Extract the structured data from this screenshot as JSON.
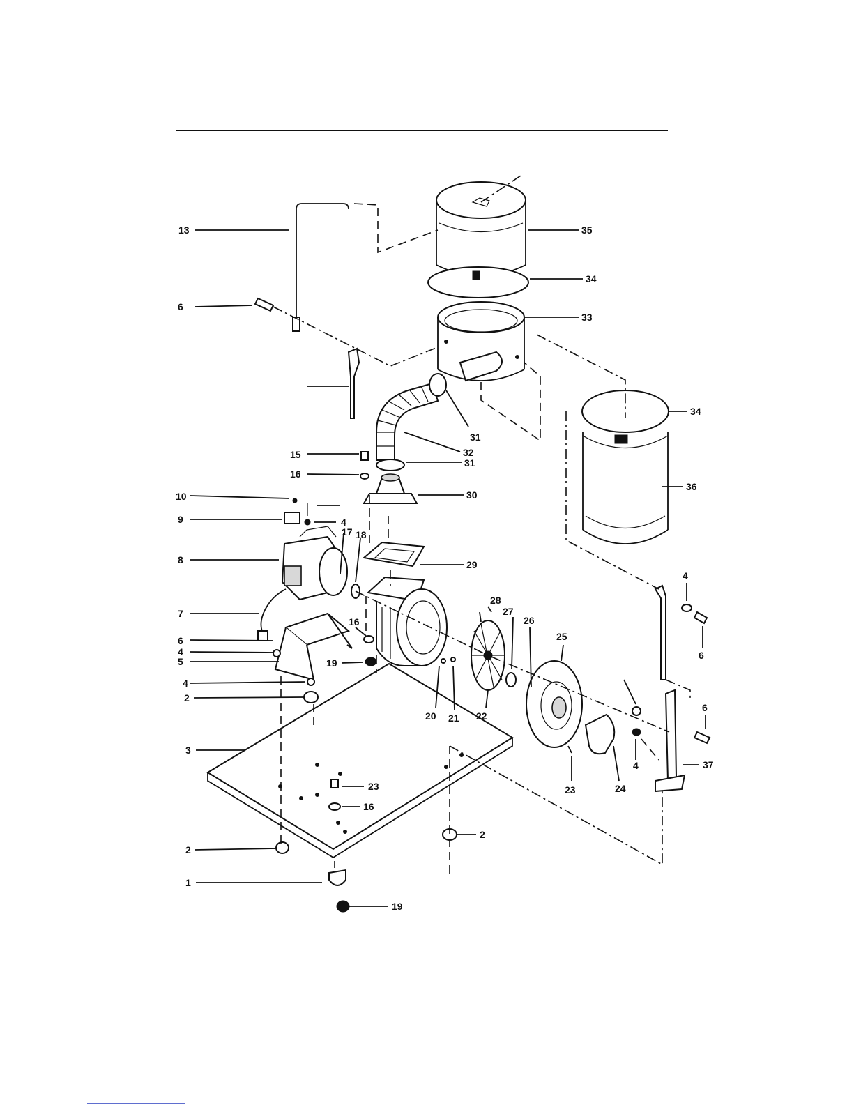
{
  "diagram": {
    "callouts": [
      "1",
      "2",
      "2",
      "2",
      "3",
      "4",
      "4",
      "4",
      "4",
      "4",
      "5",
      "6",
      "6",
      "6",
      "6",
      "7",
      "8",
      "9",
      "10",
      "13",
      "15",
      "16",
      "16",
      "16",
      "17",
      "18",
      "19",
      "19",
      "20",
      "21",
      "22",
      "23",
      "23",
      "24",
      "25",
      "26",
      "27",
      "28",
      "29",
      "30",
      "31",
      "31",
      "32",
      "33",
      "34",
      "34",
      "35",
      "36",
      "37"
    ]
  }
}
